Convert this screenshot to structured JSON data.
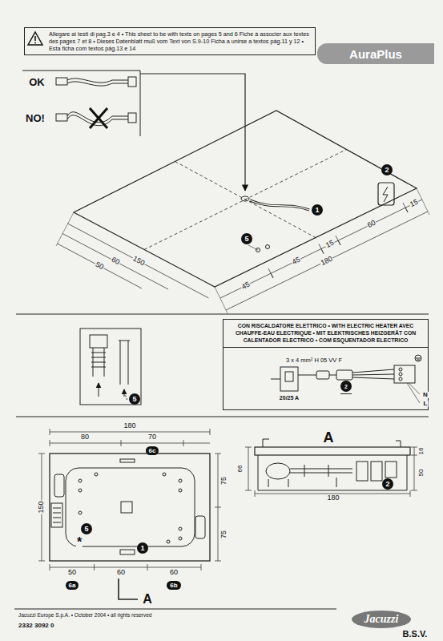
{
  "diagram": {
    "nodes": [
      {
        "text": [
          "Allegare ai testi di pag.3 e 4 • This sheet to be with texts on pages 5 and 6 Fiche à associer aux textes des pages 7 et 8 • Dieses Datenblatt muß vom Text von S.9-10 Ficha a unirse a textos pág.11 y 12 • Esta ficha com textos pág.13 e 14"
        ]
      },
      {
        "text": [
          "AuraPlus"
        ]
      },
      {
        "text": [
          "2"
        ]
      },
      {
        "text": [
          "1"
        ]
      },
      {
        "text": [
          "5"
        ]
      },
      {
        "text": [
          "5"
        ]
      },
      {
        "text": [
          "CON RISCALDATORE ELETTRICO • WITH ELECTRIC HEATER AVEC CHAUFFE-EAU ELECTRIQUE • MIT ELEKTRISCHES HEIZGERÄT CON CALENTADOR ELECTRICO • COM ESQUENTADOR ELECTRICO"
        ]
      },
      {
        "text": [
          "2"
        ],
        "in": 6
      },
      {
        "text": [
          "6c"
        ]
      },
      {
        "text": [
          "5"
        ]
      },
      {
        "text": [
          "1"
        ]
      },
      {
        "text": [
          "2"
        ]
      },
      {
        "text": [
          "6a"
        ]
      },
      {
        "text": [
          "6b"
        ]
      },
      {
        "text": [
          "Jacuzzi"
        ]
      }
    ],
    "labels": [
      "OK",
      "NO!",
      "150",
      "50",
      "60",
      "45",
      "45",
      "15",
      "60",
      "15",
      "180",
      "3 x 4 mm² H 05 VV F",
      "20/25 A",
      "N",
      "L",
      "180",
      "80",
      "70",
      "150",
      "75",
      "75",
      "*",
      "50",
      "60",
      "60",
      "A",
      "A",
      "16",
      "66",
      "50",
      "180",
      "Jacuzzi Europe S.p.A. • October 2004 • all rights reserved",
      "2332 3092 0",
      "B.S.V."
    ]
  }
}
